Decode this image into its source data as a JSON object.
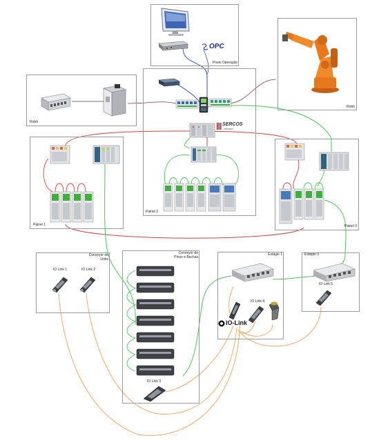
{
  "labels": {
    "posto": "Posto Operação",
    "robo_left": "Robô",
    "robo_right": "Robô",
    "panel1": "Painel 1",
    "panel2": "Painel 2",
    "panel3": "Painel 3",
    "conveyor_links_l1": "Conveyor de",
    "conveyor_links_l2": "Links",
    "conveyor_pinos_l1": "Conveyor de",
    "conveyor_pinos_l2": "Pinos e Buchas",
    "estagio1": "Estágio 1",
    "estagio3": "Estágio 3",
    "io_link1": "IO Link 1",
    "io_link2": "IO Link 2",
    "io_link3": "IO Link 3",
    "io_link4": "IO Link 4",
    "io_link5": "IO Link 5",
    "opc": "OPC",
    "sercos": "SERCOS",
    "sercos_sub": "interface",
    "iolink_logo": "IO-Link"
  },
  "colors": {
    "border": "#9a9a9a",
    "blue_link": "#3a4fc8",
    "green_link": "#4cc25a",
    "red_link": "#d84040",
    "dark_red_link": "#8a3a3a",
    "orange_link": "#f0a060",
    "robot_orange": "#e8781c",
    "drive_green": "#3fae3f"
  }
}
